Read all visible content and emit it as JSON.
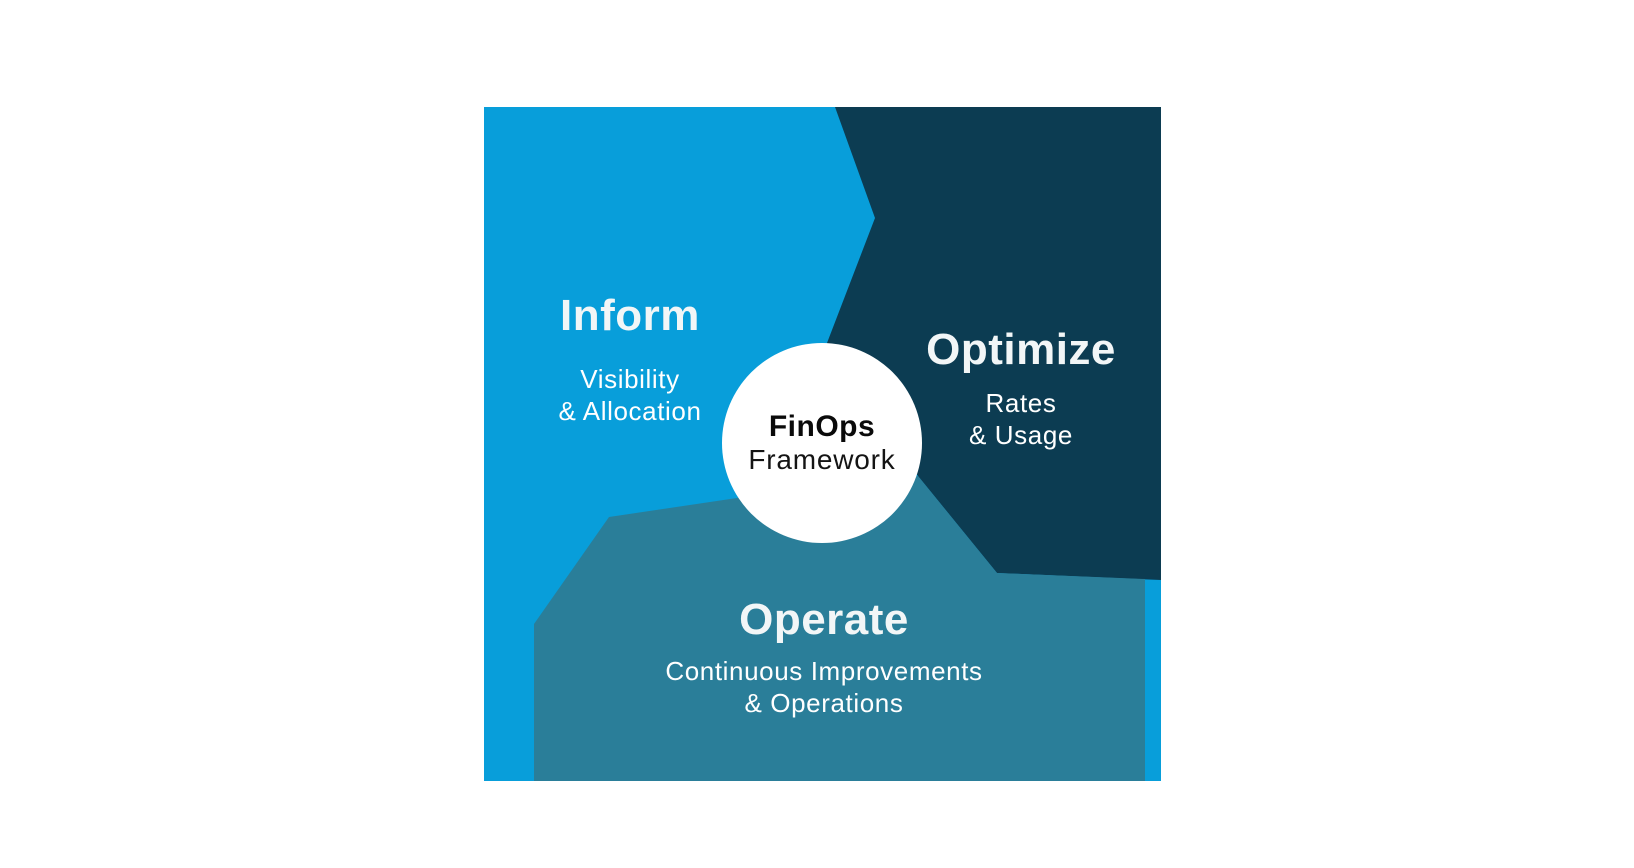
{
  "page": {
    "background": "#FFFFFF"
  },
  "diagram": {
    "name": "FinOps Framework lifecycle diagram",
    "center": {
      "title": "FinOps",
      "subtitle": "Framework"
    },
    "phases": [
      {
        "label": "Inform",
        "sublines": [
          "Visibility",
          "& Allocation"
        ],
        "color": "#089EDA"
      },
      {
        "label": "Optimize",
        "sublines": [
          "Rates",
          "& Usage"
        ],
        "color": "#0C3C52"
      },
      {
        "label": "Operate",
        "sublines": [
          "Continuous Improvements",
          "& Operations"
        ],
        "color": "#2A7E99"
      }
    ],
    "colors": {
      "heading_text": "#F2F6F7",
      "subtitle_text": "#FFFFFF",
      "center_title_text": "#0A0A0A",
      "center_subtitle_text": "#141414",
      "circle_fill": "#FFFFFF"
    }
  }
}
